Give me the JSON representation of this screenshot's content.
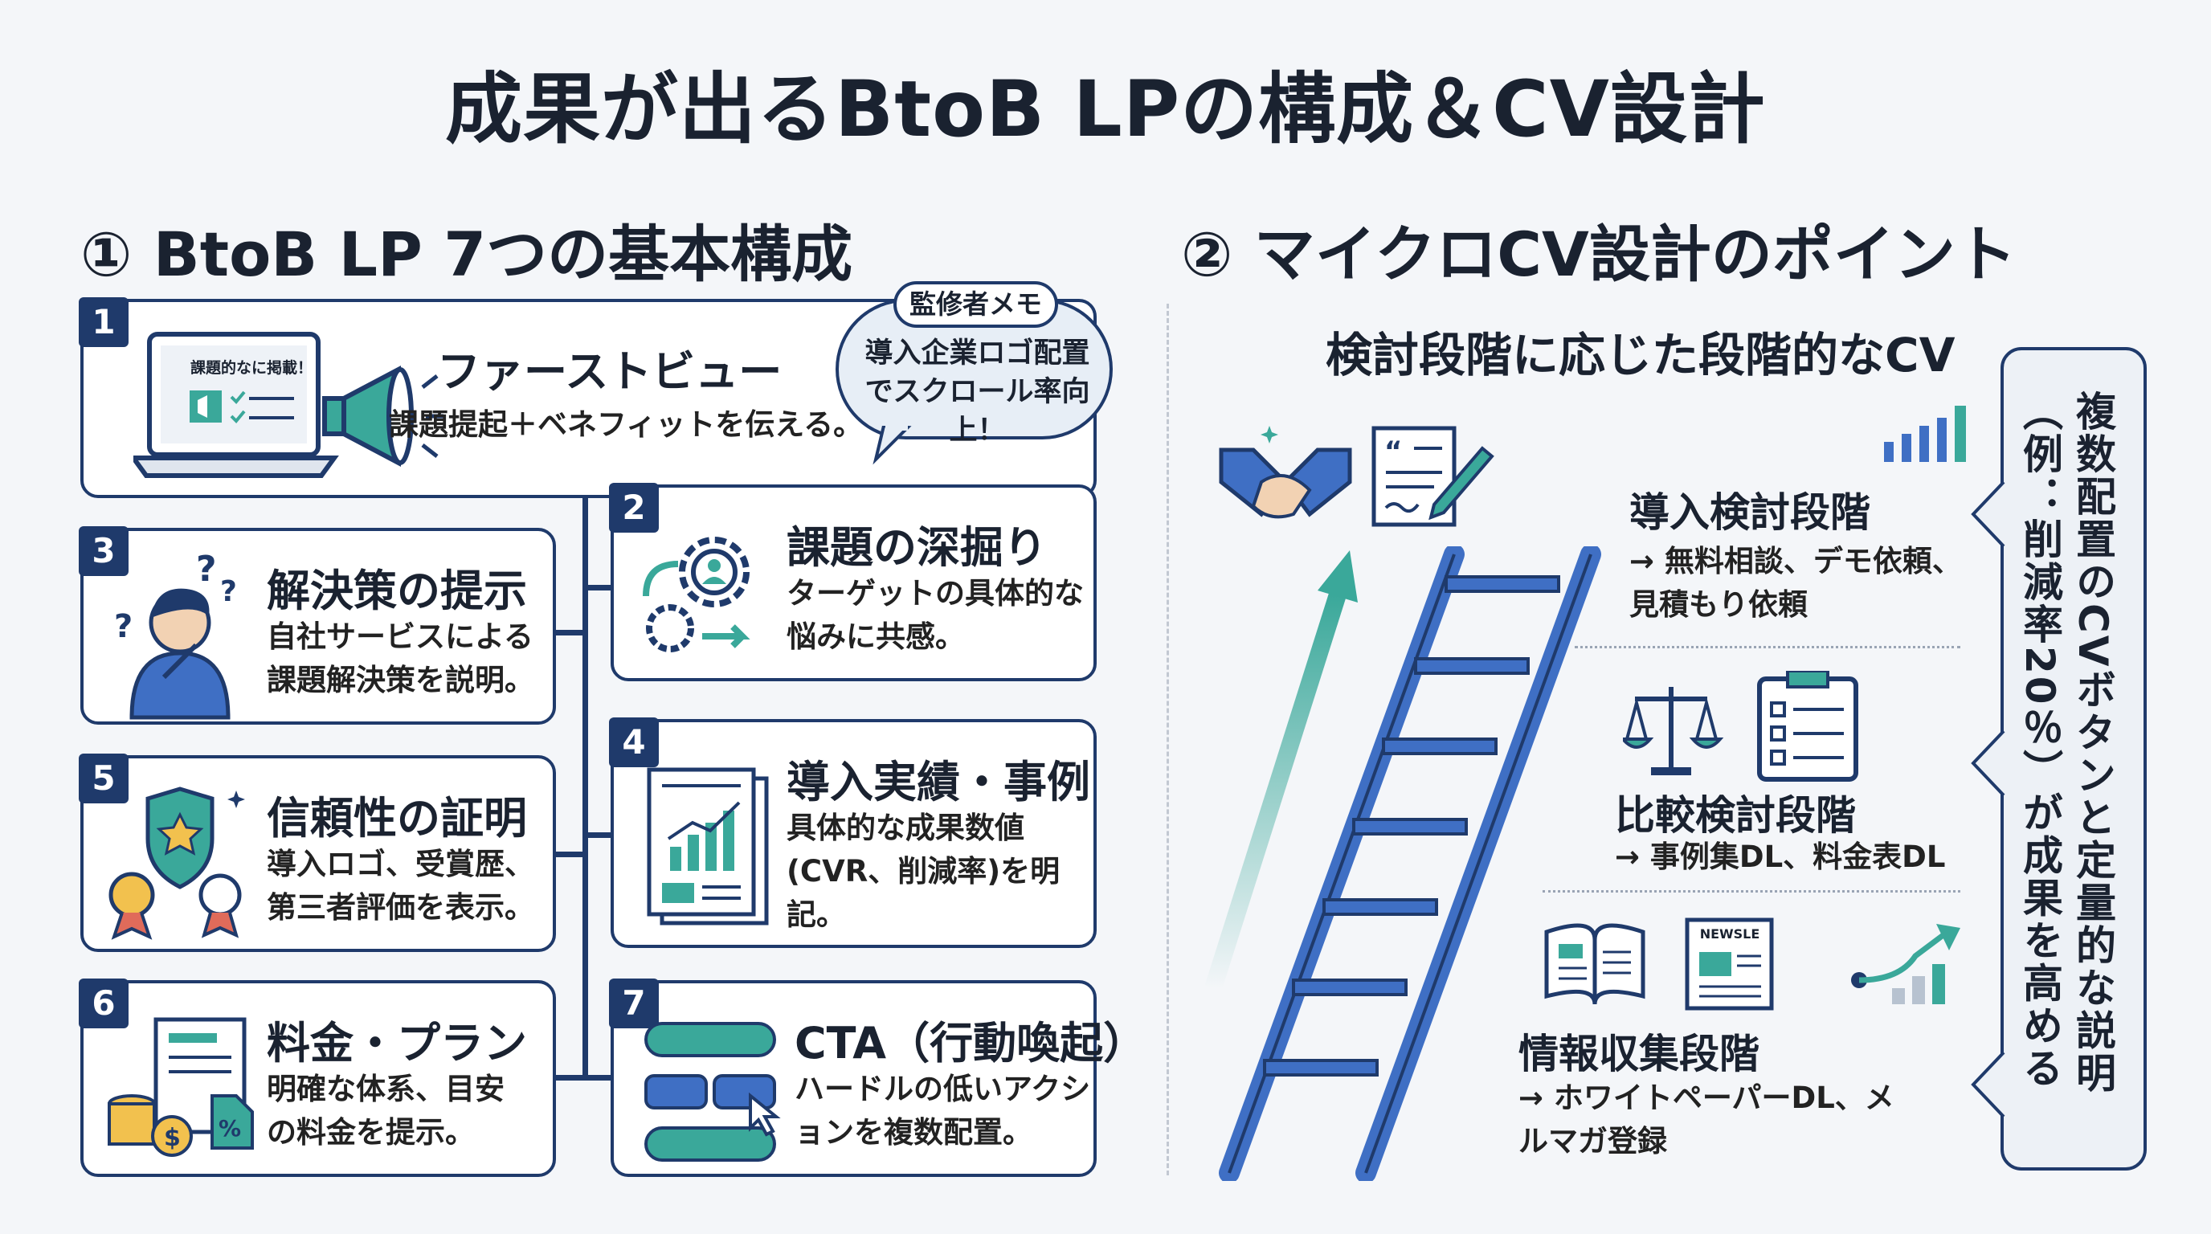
{
  "title": "成果が出るBtoB LPの構成＆CV設計",
  "left_section": {
    "heading": "① BtoB LP 7つの基本構成",
    "cards": [
      {
        "num": "1",
        "title": "ファーストビュー",
        "desc": "課題提起＋ベネフィットを伝える。",
        "screen_text": "課題的なに掲載！"
      },
      {
        "num": "2",
        "title": "課題の深掘り",
        "desc": "ターゲットの具体的な悩みに共感。"
      },
      {
        "num": "3",
        "title": "解決策の提示",
        "desc": "自社サービスによる課題解決策を説明。"
      },
      {
        "num": "4",
        "title": "導入実績・事例",
        "desc": "具体的な成果数値(CVR、削減率)を明記。"
      },
      {
        "num": "5",
        "title": "信頼性の証明",
        "desc": "導入ロゴ、受賞歴、第三者評価を表示。"
      },
      {
        "num": "6",
        "title": "料金・プラン",
        "desc": "明確な体系、目安の料金を提示。"
      },
      {
        "num": "7",
        "title": "CTA（行動喚起）",
        "desc": "ハードルの低いアクションを複数配置。"
      }
    ],
    "memo": {
      "label": "監修者メモ",
      "text": "導入企業ロゴ配置でスクロール率向上！"
    }
  },
  "right_section": {
    "heading": "② マイクロCV設計のポイント",
    "subheading": "検討段階に応じた段階的なCV",
    "stages": [
      {
        "title": "導入検討段階",
        "desc": "→ 無料相談、デモ依頼、見積もり依頼"
      },
      {
        "title": "比較検討段階",
        "desc": "→ 事例集DL、料金表DL"
      },
      {
        "title": "情報収集段階",
        "desc": "→ ホワイトペーパーDL、メルマガ登録"
      }
    ],
    "newspaper_label": "NEWSLE",
    "vertical_note": "複数配置のCVボタンと定量的な説明（例：削減率20％）が成果を高める"
  },
  "colors": {
    "navy": "#1f3a6b",
    "teal": "#3aa89a",
    "blue": "#3f6fc4"
  }
}
